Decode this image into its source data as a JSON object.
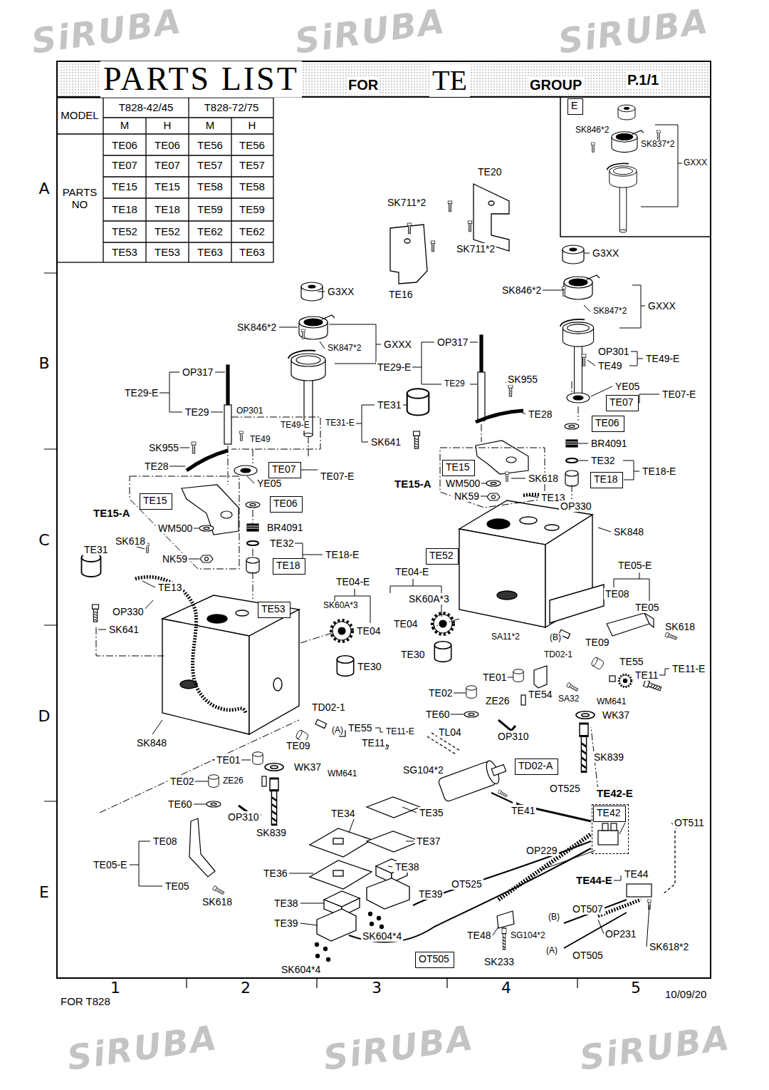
{
  "diagram": {
    "title": "PARTS LIST",
    "nodes": [
      {
        "text": [
          "E"
        ]
      },
      {
        "text": [
          "TE07"
        ]
      },
      {
        "text": [
          "TE06"
        ]
      },
      {
        "text": [
          "TE15"
        ]
      },
      {
        "text": [
          "TE07"
        ]
      },
      {
        "text": [
          "TE18"
        ]
      },
      {
        "text": [
          "TE15"
        ]
      },
      {
        "text": [
          "TE06"
        ]
      },
      {
        "text": [
          "TE52"
        ]
      },
      {
        "text": [
          "TE18"
        ]
      },
      {
        "text": [
          "TE53"
        ]
      },
      {
        "text": [
          "TD02-A"
        ]
      },
      {
        "text": [
          "TE42-E"
        ]
      },
      {
        "text": [
          "TE42"
        ],
        "in": 12
      },
      {
        "text": [
          "OT505"
        ]
      }
    ],
    "labels": [
      "FOR",
      "TE",
      "GROUP",
      "P.1/1",
      "MODEL",
      "T828-42/45",
      "T828-72/75",
      "M",
      "H",
      "M",
      "H",
      "PARTS NO",
      "TE06",
      "TE06",
      "TE56",
      "TE56",
      "TE07",
      "TE07",
      "TE57",
      "TE57",
      "TE15",
      "TE15",
      "TE58",
      "TE58",
      "TE18",
      "TE18",
      "TE59",
      "TE59",
      "TE52",
      "TE52",
      "TE62",
      "TE62",
      "TE53",
      "TE53",
      "TE63",
      "TE63",
      "A",
      "B",
      "C",
      "D",
      "E",
      "1",
      "2",
      "3",
      "4",
      "5",
      "FOR T828",
      "10/09/20",
      "SK846*2",
      "SK837*2",
      "GXXX",
      "TE20",
      "SK711*2",
      "SK711*2",
      "TE16",
      "G3XX",
      "SK846*2",
      "SK847*2",
      "GXXX",
      "G3XX",
      "SK846*2",
      "SK847*2",
      "GXXX",
      "OP317",
      "TE29-E",
      "TE29",
      "SK955",
      "OP301",
      "TE49-E",
      "TE49",
      "YE05",
      "TE07-E",
      "TE28",
      "TE31",
      "TE31-E",
      "SK641",
      "BR4091",
      "TE32",
      "TE18-E",
      "SK618",
      "TE15-A",
      "WM500",
      "NK59",
      "TE13",
      "OP330",
      "SK848",
      "TE05-E",
      "TE04-E",
      "TE08",
      "SK60A*3",
      "TE05",
      "TE04",
      "SK618",
      "SA11*2",
      "(B)",
      "TE09",
      "TE30",
      "TD02-1",
      "TE55",
      "TE11-E",
      "TE11",
      "TE01",
      "TE02",
      "TE54",
      "SA32",
      "ZE26",
      "WM641",
      "TE60",
      "WK37",
      "OP310",
      "SK839",
      "OP317",
      "TE29-E",
      "OP301",
      "TE29",
      "TE49-E",
      "TE49",
      "SK955",
      "TE28",
      "TE07-E",
      "YE05",
      "TE15-A",
      "WM500",
      "BR4091",
      "SK618",
      "TE32",
      "TE31",
      "TE18-E",
      "NK59",
      "TE04-E",
      "TE13",
      "SK60A*3",
      "OP330",
      "SK641",
      "TE04",
      "TE30",
      "TD02-1",
      "(A)",
      "TE55",
      "TE11-E",
      "TL04",
      "SK848",
      "TE09",
      "TE11",
      "TE01",
      "WK37",
      "SG104*2",
      "WM641",
      "TE02",
      "ZE26",
      "TE60",
      "OP310",
      "SK839",
      "OT525",
      "TE41",
      "TE34",
      "TE35",
      "OT511",
      "TE08",
      "TE37",
      "OP229",
      "TE05-E",
      "TE38",
      "TE36",
      "TE44",
      "TE44-E",
      "OT525",
      "TE05",
      "TE39",
      "SK618",
      "TE38",
      "OT507",
      "(B)",
      "TE39",
      "OP231",
      "TE48",
      "SG104*2",
      "SK604*4",
      "SK618*2",
      "(A)",
      "OT505",
      "SK233",
      "SK604*4",
      "SiRUBA",
      "SiRUBA",
      "SiRUBA",
      "SiRUBA",
      "SiRUBA",
      "SiRUBA"
    ]
  }
}
